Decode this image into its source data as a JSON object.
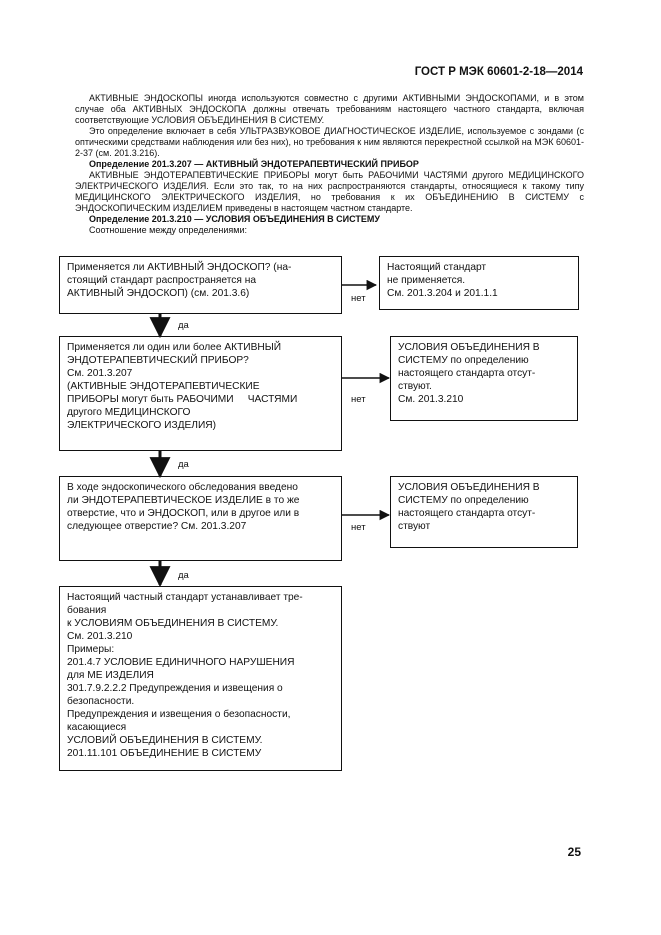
{
  "header": {
    "title": "ГОСТ Р МЭК 60601-2-18—2014"
  },
  "body_paragraphs": {
    "p1": "АКТИВНЫЕ ЭНДОСКОПЫ иногда используются совместно с другими АКТИВНЫМИ ЭНДОСКОПАМИ, и в этом случае оба АКТИВНЫХ ЭНДОСКОПА должны отвечать требованиям настоящего частного стандарта, включая соответствующие УСЛОВИЯ ОБЪЕДИНЕНИЯ В СИСТЕМУ.",
    "p2": "Это определение включает в себя УЛЬТРАЗВУКОВОЕ ДИАГНОСТИЧЕСКОЕ ИЗДЕЛИЕ, используемое с зондами (с оптическими средствами наблюдения или без них), но требования к ним являются перекрестной ссылкой на МЭК 60601-2-37 (см. 201.3.216).",
    "def1_heading": "Определение 201.3.207 — АКТИВНЫЙ ЭНДОТЕРАПЕВТИЧЕСКИЙ ПРИБОР",
    "p3": "АКТИВНЫЕ ЭНДОТЕРАПЕВТИЧЕСКИЕ ПРИБОРЫ могут быть РАБОЧИМИ ЧАСТЯМИ другого МЕДИЦИНСКОГО ЭЛЕКТРИЧЕСКОГО ИЗДЕЛИЯ. Если это так, то на них распространяются стандарты, относящиеся к такому типу МЕДИЦИНСКОГО ЭЛЕКТРИЧЕСКОГО ИЗДЕЛИЯ, но требования к их ОБЪЕДИНЕНИЮ В СИСТЕМУ с ЭНДОСКОПИЧЕСКИМ ИЗДЕЛИЕМ приведены в настоящем частном стандарте.",
    "def2_heading": "Определение 201.3.210 — УСЛОВИЯ ОБЪЕДИНЕНИЯ В СИСТЕМУ",
    "p4": "Соотношение между определениями:"
  },
  "flowchart": {
    "q1": [
      "Применяется ли АКТИВНЫЙ ЭНДОСКОП? (на-",
      "стоящий стандарт распространяется на",
      "АКТИВНЫЙ ЭНДОСКОП) (см. 201.3.6)"
    ],
    "r1": [
      "Настоящий стандарт",
      "не применяется.",
      "См. 201.3.204 и 201.1.1"
    ],
    "q2": [
      "Применяется ли один или более АКТИВНЫЙ",
      "ЭНДОТЕРАПЕВТИЧЕСКИЙ ПРИБОР?",
      "См. 201.3.207",
      "(АКТИВНЫЕ ЭНДОТЕРАПЕВТИЧЕСКИЕ",
      "ПРИБОРЫ могут быть РАБОЧИМИ     ЧАСТЯМИ",
      "другого МЕДИЦИНСКОГО",
      "ЭЛЕКТРИЧЕСКОГО ИЗДЕЛИЯ)"
    ],
    "r2": [
      "УСЛОВИЯ ОБЪЕДИНЕНИЯ В",
      "СИСТЕМУ по определению",
      "настоящего стандарта отсут-",
      "ствуют.",
      "См. 201.3.210"
    ],
    "q3": [
      "В ходе эндоскопического обследования введено",
      "ли ЭНДОТЕРАПЕВТИЧЕСКОЕ ИЗДЕЛИЕ в то же",
      "отверстие, что и ЭНДОСКОП, или в другое или в",
      "следующее отверстие? См. 201.3.207"
    ],
    "r3": [
      "УСЛОВИЯ ОБЪЕДИНЕНИЯ В",
      "СИСТЕМУ по определению",
      "настоящего стандарта отсут-",
      "ствуют"
    ],
    "q4": [
      "Настоящий частный стандарт устанавливает тре-",
      "бования",
      "к УСЛОВИЯМ ОБЪЕДИНЕНИЯ В СИСТЕМУ.",
      "См. 201.3.210",
      "Примеры:",
      "201.4.7 УСЛОВИЕ ЕДИНИЧНОГО НАРУШЕНИЯ",
      "для МЕ ИЗДЕЛИЯ",
      "301.7.9.2.2.2 Предупреждения и извещения о",
      "безопасности.",
      "Предупреждения и извещения о безопасности,",
      "касающиеся",
      "УСЛОВИЙ ОБЪЕДИНЕНИЯ В СИСТЕМУ.",
      "201.11.101 ОБЪЕДИНЕНИЕ В СИСТЕМУ"
    ],
    "yes_label": "да",
    "no_label": "нет"
  },
  "footer": {
    "page_number": "25"
  }
}
